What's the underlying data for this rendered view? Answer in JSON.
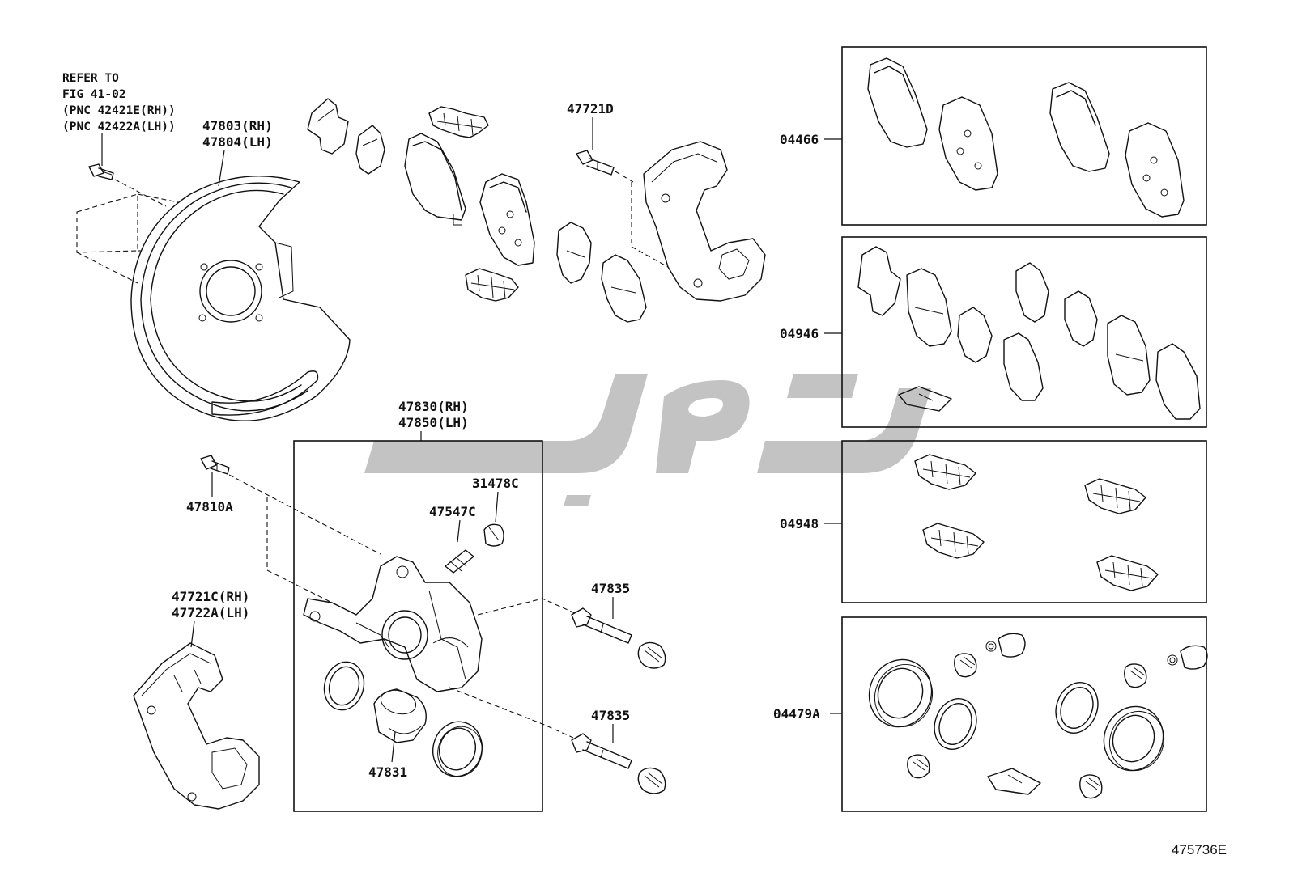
{
  "refer_note": {
    "line1": "REFER TO",
    "line2": "FIG 41-02",
    "line3": "(PNC 42421E(RH))",
    "line4": "(PNC 42422A(LH))"
  },
  "labels": {
    "dust_cover_rh": "47803(RH)",
    "dust_cover_lh": "47804(LH)",
    "bolt_47721D": "47721D",
    "cyl_rh": "47830(RH)",
    "cyl_lh": "47850(LH)",
    "cap_31478C": "31478C",
    "bleeder_47547C": "47547C",
    "bolt_47810A": "47810A",
    "mount_rh": "47721C(RH)",
    "mount_lh": "47722A(LH)",
    "slide_pin_upper": "47835",
    "slide_pin_lower": "47835",
    "piston_47831": "47831",
    "kit_04466": "04466",
    "kit_04946": "04946",
    "kit_04948": "04948",
    "kit_04479A": "04479A"
  },
  "figure_id": "475736E",
  "colors": {
    "line": "#111111",
    "watermark": "#b8b8b8",
    "background": "#ffffff"
  }
}
